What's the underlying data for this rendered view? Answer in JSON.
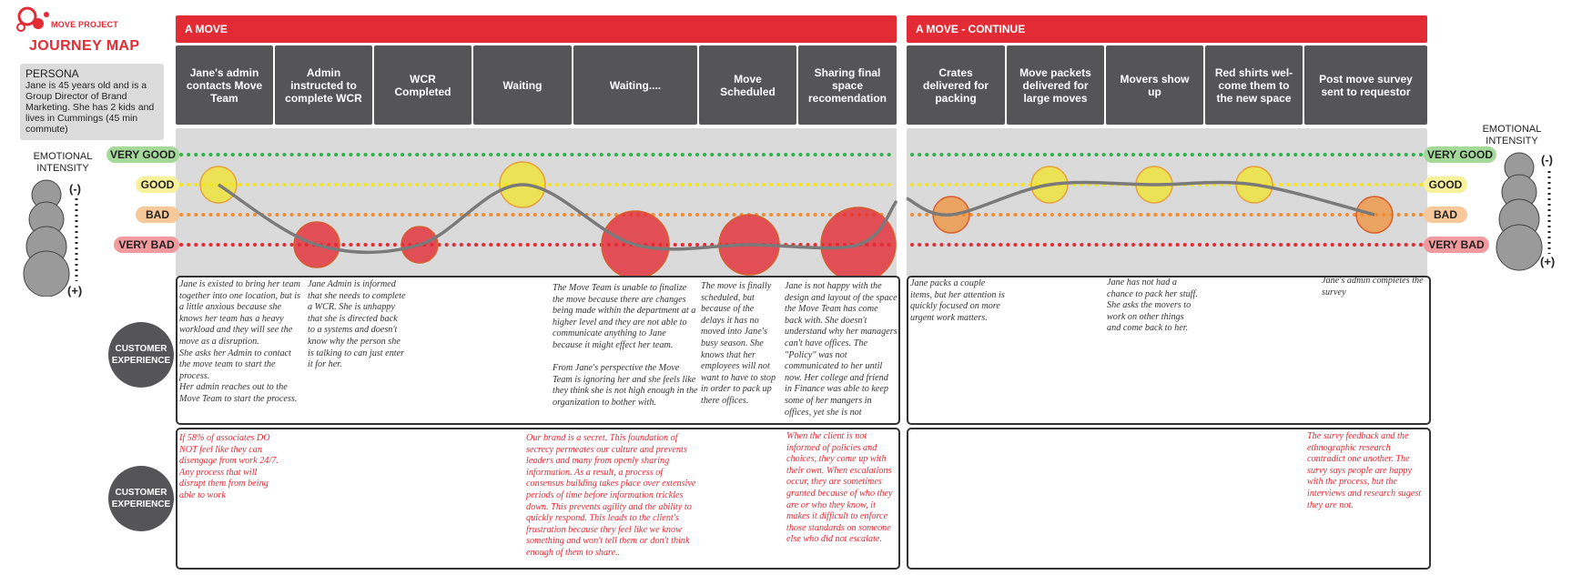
{
  "brand": {
    "project": "MOVE PROJECT",
    "title": "JOURNEY MAP"
  },
  "persona": {
    "title": "PERSONA",
    "text": "Jane is 45 years old and is a Group Director of Brand Marketing. She has 2 kids and lives in Cummings (45 min commute)"
  },
  "emotional_intensity": {
    "label": "EMOTIONAL INTENSITY",
    "minus": "(-)",
    "plus": "(+)"
  },
  "sections": [
    {
      "title": "A MOVE"
    },
    {
      "title": "A MOVE - CONTINUE"
    }
  ],
  "stages": [
    "Jane's admin contacts Move Team",
    "Admin instructed to complete WCR",
    "WCR Completed",
    "Waiting",
    "Waiting....",
    "Move Scheduled",
    "Sharing final space recomendation",
    "Crates delivered for packing",
    "Move packets delivered for large moves",
    "Movers show up",
    "Red shirts wel-come them to the new space",
    "Post move survey sent to requestor"
  ],
  "levels": [
    {
      "label": "VERY GOOD",
      "color": "#2db34a",
      "pill": "#a5d99a"
    },
    {
      "label": "GOOD",
      "color": "#f3e61c",
      "pill": "#f7f29a"
    },
    {
      "label": "BAD",
      "color": "#f28c2e",
      "pill": "#f7c89a"
    },
    {
      "label": "VERY BAD",
      "color": "#e32b35",
      "pill": "#f29a9e"
    }
  ],
  "chart_data": {
    "type": "line",
    "title": "",
    "ylabel": "EMOTIONAL INTENSITY",
    "y_levels": [
      "VERY BAD",
      "BAD",
      "GOOD",
      "VERY GOOD"
    ],
    "ylim": [
      0,
      3
    ],
    "segments": [
      {
        "name": "A MOVE",
        "points": [
          {
            "stage": "Jane's admin contacts Move Team",
            "value": 2,
            "level": "GOOD",
            "intensity": "low"
          },
          {
            "stage": "Admin instructed to complete WCR",
            "value": 0,
            "level": "VERY BAD",
            "intensity": "medium"
          },
          {
            "stage": "WCR Completed",
            "value": 0,
            "level": "VERY BAD",
            "intensity": "low"
          },
          {
            "stage": "Waiting",
            "value": 2,
            "level": "GOOD",
            "intensity": "medium"
          },
          {
            "stage": "Waiting....",
            "value": 0,
            "level": "VERY BAD",
            "intensity": "high"
          },
          {
            "stage": "Move Scheduled",
            "value": 0,
            "level": "VERY BAD",
            "intensity": "medium-high"
          },
          {
            "stage": "Sharing final space recomendation",
            "value": 0,
            "level": "VERY BAD",
            "intensity": "very high"
          }
        ]
      },
      {
        "name": "A MOVE - CONTINUE",
        "points": [
          {
            "stage": "Crates delivered for packing",
            "value": 1,
            "level": "BAD",
            "intensity": "low"
          },
          {
            "stage": "Move packets delivered for large moves",
            "value": 2,
            "level": "GOOD",
            "intensity": "low"
          },
          {
            "stage": "Movers show up",
            "value": 2,
            "level": "GOOD",
            "intensity": "low"
          },
          {
            "stage": "Red shirts wel-come them to the new space",
            "value": 2,
            "level": "GOOD",
            "intensity": "low"
          },
          {
            "stage": "Post move survey sent to requestor",
            "value": 1,
            "level": "BAD",
            "intensity": "low"
          }
        ]
      }
    ]
  },
  "customer_experience_label": "CUSTOMER EXPERIENCE",
  "notes_row1": {
    "n1": "Jane is existed to bring her team together into one location, but is a little anxious because she knows her team has a heavy workload and they will see the move as a disruption.\nShe asks her Admin to contact the move team to start the process.\nHer admin reaches out to the Move Team to start the process.",
    "n2": "Jane Admin is informed that she needs to complete a WCR. She is unhappy that she is directed back to a systems and doesn't know why the person she is talking to can just enter it for her.",
    "n3": "The Move Team is unable to finalize the move because there are changes being made within the department at a higher level and they are not able to communicate anything to Jane because it might effect her team.\n\nFrom Jane's perspective the Move Team is ignoring her and she feels like they think she is not high enough in the organization to bother with.",
    "n4": "The move is finally scheduled, but because of the delays it has no moved into Jane's busy season. She knows that her employees will not want to have to stop in order to pack up there offices.",
    "n5": "Jane is not happy with the design and layout of the space the Move Team has come back with. She doesn't understand why her managers can't have offices. The \"Policy\" was not communicated to her until now. Her college and friend in Finance was able to keep some of her mangers in offices, yet she is not",
    "n6": "Jane packs a couple items, but her attention is quickly focused on more urgent work matters.",
    "n7": "Jane has not had a chance to pack her stuff. She asks the movers to work on other things and come back to her.",
    "n8": "Jane's admin completes the survey"
  },
  "notes_row2": {
    "r1": "If 58% of associates DO NOT feel like they can disengage from work 24/7. Any process that will disrupt them from being able to work",
    "r2": "Our brand is a secret. This foundation of secrecy permeates our culture and prevents leaders and many from openly sharing information. As a result, a process of consensus building takes place over extensive periods of time before information trickles down. This prevents agility and the ability to quickly respond. This leads to the client's frustration because they feel like we know something and won't tell them or don't think enough of them to share..",
    "r3": "When the client is not informed of policies and choices, they come up with their own. When escalations occur, they are sometimes granted because of who they are or who they know, it makes it difficult to enforce those standards on someone else who did not escalate.",
    "r4": "The survy feedback and the ethnographic research contradict one another. The survy says people are happy with the process, but the interviews and research sugest they are not."
  }
}
